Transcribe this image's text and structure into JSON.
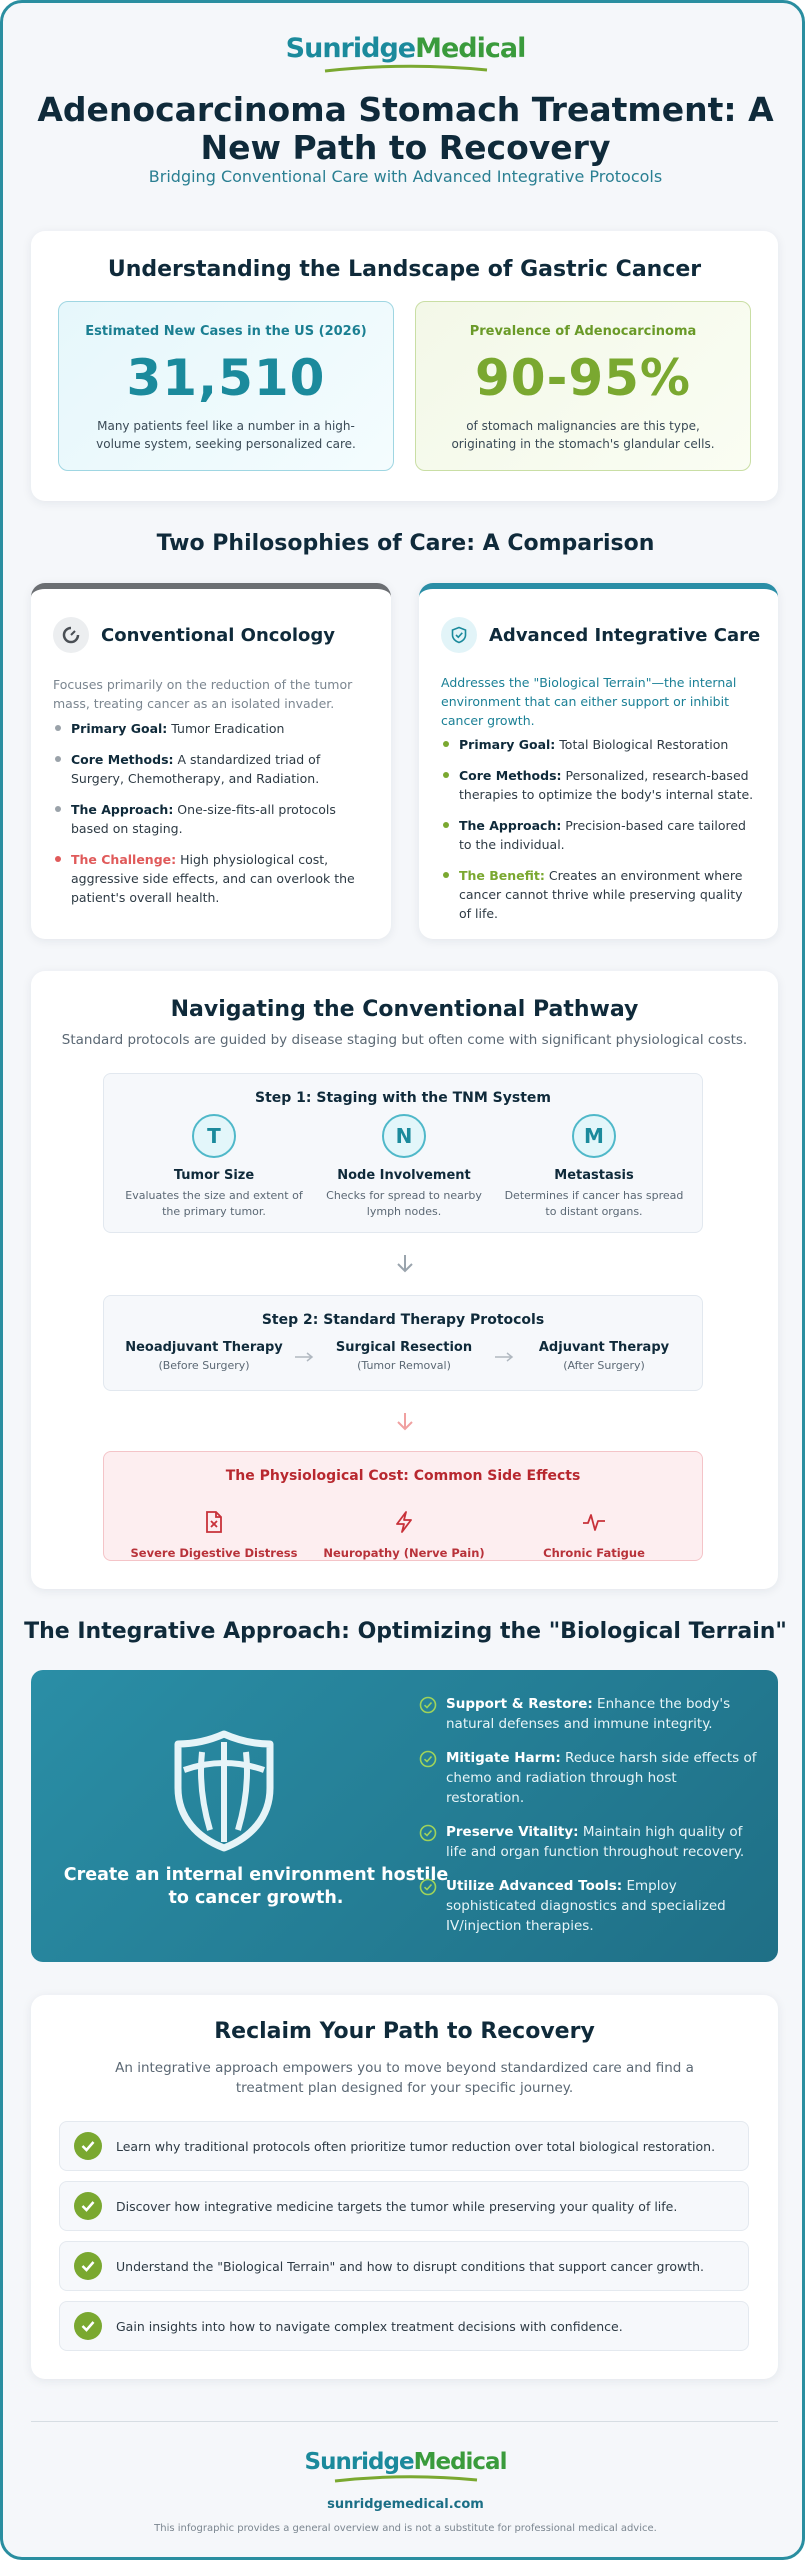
{
  "brand": {
    "name_a": "Sunridge",
    "name_b": "Medical"
  },
  "header": {
    "title": "Adenocarcinoma Stomach Treatment: A New Path to Recovery",
    "subtitle": "Bridging Conventional Care with Advanced Integrative Protocols"
  },
  "landscape": {
    "title": "Understanding the Landscape of Gastric Cancer",
    "stat1": {
      "label": "Estimated New Cases in the US (2026)",
      "value": "31,510",
      "desc": "Many patients feel like a number in a high-volume system, seeking personalized care."
    },
    "stat2": {
      "label": "Prevalence of Adenocarcinoma",
      "value": "90-95%",
      "desc": "of stomach malignancies are this type, originating in the stomach's glandular cells."
    }
  },
  "comparison": {
    "title": "Two Philosophies of Care: A Comparison",
    "conventional": {
      "icon": "half-circle-icon",
      "title": "Conventional Oncology",
      "intro": "Focuses primarily on the reduction of the tumor mass, treating cancer as an isolated invader.",
      "items": [
        {
          "label": "Primary Goal:",
          "text": " Tumor Eradication"
        },
        {
          "label": "Core Methods:",
          "text": " A standardized triad of Surgery, Chemotherapy, and Radiation."
        },
        {
          "label": "The Approach:",
          "text": " One-size-fits-all protocols based on staging."
        },
        {
          "label": "The Challenge:",
          "text": " High physiological cost, aggressive side effects, and can overlook the patient's overall health."
        }
      ]
    },
    "integrative": {
      "icon": "shield-check-icon",
      "title": "Advanced Integrative Care",
      "intro": "Addresses the \"Biological Terrain\"—the internal environment that can either support or inhibit cancer growth.",
      "items": [
        {
          "label": "Primary Goal:",
          "text": " Total Biological Restoration"
        },
        {
          "label": "Core Methods:",
          "text": " Personalized, research-based therapies to optimize the body's internal state."
        },
        {
          "label": "The Approach:",
          "text": " Precision-based care tailored to the individual."
        },
        {
          "label": "The Benefit:",
          "text": " Creates an environment where cancer cannot thrive while preserving quality of life."
        }
      ]
    }
  },
  "pathway": {
    "title": "Navigating the Conventional Pathway",
    "subtitle": "Standard protocols are guided by disease staging but often come with significant physiological costs.",
    "step1": {
      "title": "Step 1: Staging with the TNM System",
      "items": [
        {
          "letter": "T",
          "name": "Tumor Size",
          "desc": "Evaluates the size and extent of the primary tumor."
        },
        {
          "letter": "N",
          "name": "Node Involvement",
          "desc": "Checks for spread to nearby lymph nodes."
        },
        {
          "letter": "M",
          "name": "Metastasis",
          "desc": "Determines if cancer has spread to distant organs."
        }
      ]
    },
    "step2": {
      "title": "Step 2: Standard Therapy Protocols",
      "items": [
        {
          "name": "Neoadjuvant Therapy",
          "desc": "(Before Surgery)"
        },
        {
          "name": "Surgical Resection",
          "desc": "(Tumor Removal)"
        },
        {
          "name": "Adjuvant Therapy",
          "desc": "(After Surgery)"
        }
      ]
    },
    "cost": {
      "title": "The Physiological Cost: Common Side Effects",
      "items": [
        {
          "icon": "document-x-icon",
          "label": "Severe Digestive Distress"
        },
        {
          "icon": "lightning-icon",
          "label": "Neuropathy (Nerve Pain)"
        },
        {
          "icon": "pulse-icon",
          "label": "Chronic Fatigue"
        }
      ]
    }
  },
  "integrative": {
    "title": "The Integrative Approach: Optimizing the \"Biological Terrain\"",
    "tagline": "Create an internal environment hostile to cancer growth.",
    "items": [
      {
        "label": "Support & Restore:",
        "text": " Enhance the body's natural defenses and immune integrity."
      },
      {
        "label": "Mitigate Harm:",
        "text": " Reduce harsh side effects of chemo and radiation through host restoration."
      },
      {
        "label": "Preserve Vitality:",
        "text": " Maintain high quality of life and organ function throughout recovery."
      },
      {
        "label": "Utilize Advanced Tools:",
        "text": " Employ sophisticated diagnostics and specialized IV/injection therapies."
      }
    ]
  },
  "reclaim": {
    "title": "Reclaim Your Path to Recovery",
    "subtitle": "An integrative approach empowers you to move beyond standardized care and find a treatment plan designed for your specific journey.",
    "items": [
      "Learn why traditional protocols often prioritize tumor reduction over total biological restoration.",
      "Discover how integrative medicine targets the tumor while preserving your quality of life.",
      "Understand the \"Biological Terrain\" and how to disrupt conditions that support cancer growth.",
      "Gain insights into how to navigate complex treatment decisions with confidence."
    ]
  },
  "footer": {
    "url": "sunridgemedical.com",
    "disclaimer": "This infographic provides a general overview and is not a substitute for professional medical advice."
  },
  "colors": {
    "teal": "#1b8a9c",
    "green": "#7aa830",
    "red": "#c8323a",
    "navy": "#0f2a3a"
  }
}
